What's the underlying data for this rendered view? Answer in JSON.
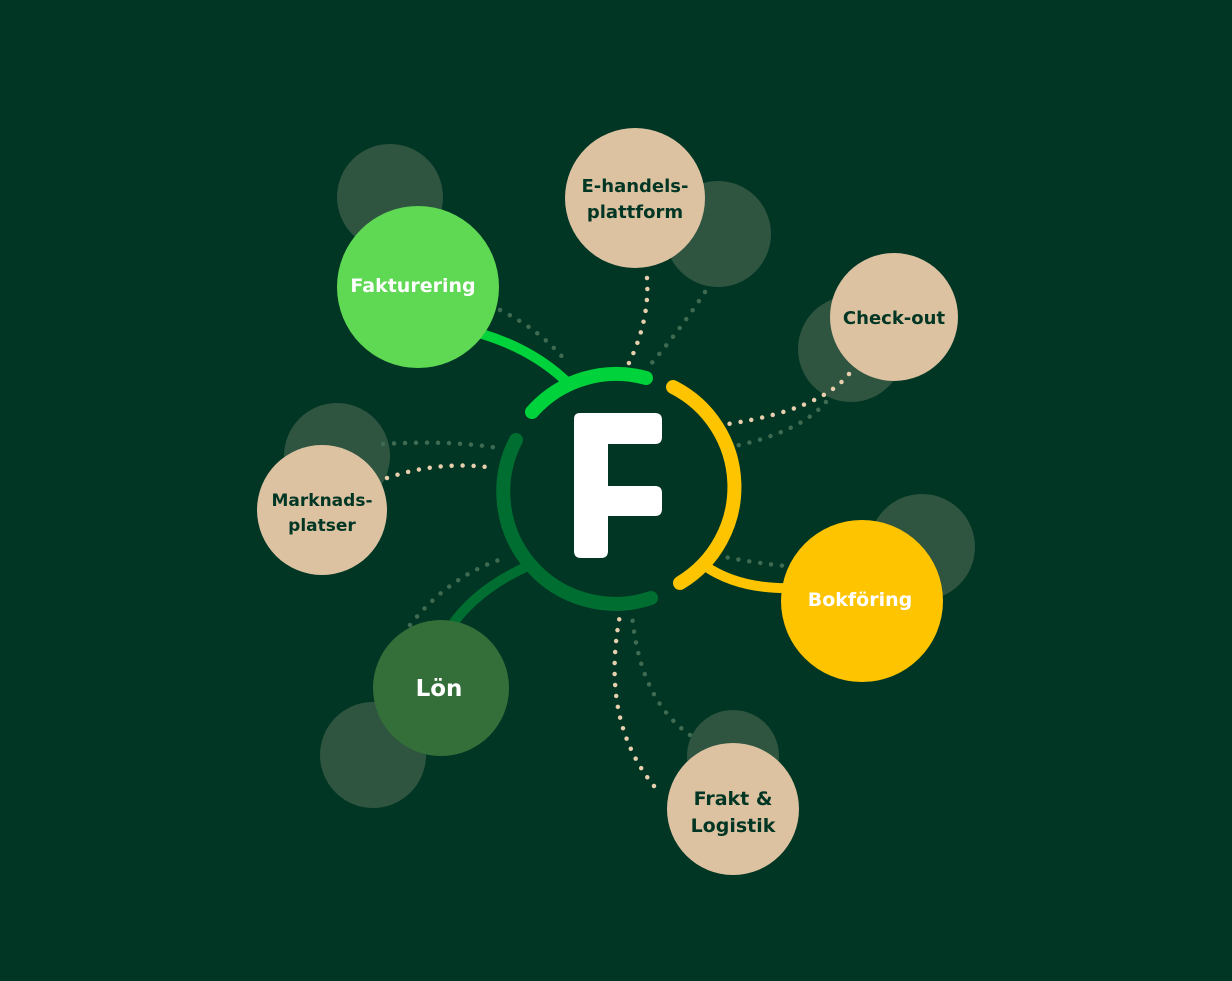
{
  "colors": {
    "background": "#003623",
    "shadow_circle": "#2f5541",
    "beige": "#ddc2a2",
    "dark_text": "#003623",
    "light_green": "#5fd854",
    "bright_green_arc": "#00d23c",
    "yellow": "#fec400",
    "mid_green": "#346f39",
    "ring_green": "#006e31",
    "dots_beige": "#e8cfae",
    "dots_faded": "#3f6b52",
    "white": "#ffffff"
  },
  "center": {
    "logo_letter": "F"
  },
  "nodes": {
    "fakturering": {
      "line1": "Fakturering",
      "line2": ""
    },
    "ehandel": {
      "line1": "E-handels-",
      "line2": "plattform"
    },
    "checkout": {
      "line1": "Check-out",
      "line2": ""
    },
    "marknad": {
      "line1": "Marknads-",
      "line2": "platser"
    },
    "bokforing": {
      "line1": "Bokföring",
      "line2": ""
    },
    "lon": {
      "line1": "Lön",
      "line2": ""
    },
    "frakt": {
      "line1": "Frakt &",
      "line2": "Logistik"
    }
  }
}
